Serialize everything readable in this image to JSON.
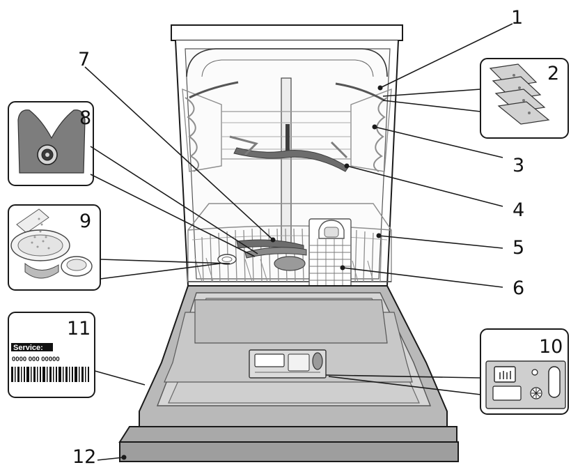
{
  "callouts": [
    {
      "id": "1",
      "label": "1"
    },
    {
      "id": "2",
      "label": "2"
    },
    {
      "id": "3",
      "label": "3"
    },
    {
      "id": "4",
      "label": "4"
    },
    {
      "id": "5",
      "label": "5"
    },
    {
      "id": "6",
      "label": "6"
    },
    {
      "id": "7",
      "label": "7"
    },
    {
      "id": "8",
      "label": "8"
    },
    {
      "id": "9",
      "label": "9"
    },
    {
      "id": "10",
      "label": "10"
    },
    {
      "id": "11",
      "label": "11"
    },
    {
      "id": "12",
      "label": "12"
    }
  ],
  "rating_plate": {
    "service_label": "Service:",
    "service_number": "0000 000 00000"
  },
  "colors": {
    "line": "#1a1a1a",
    "panel_fill": "#ffffff",
    "door_gray": "#c4c4c4",
    "door_dark": "#a9a9a9",
    "rack_gray": "#8e8e8e",
    "arm_gray": "#6d6d6d"
  }
}
